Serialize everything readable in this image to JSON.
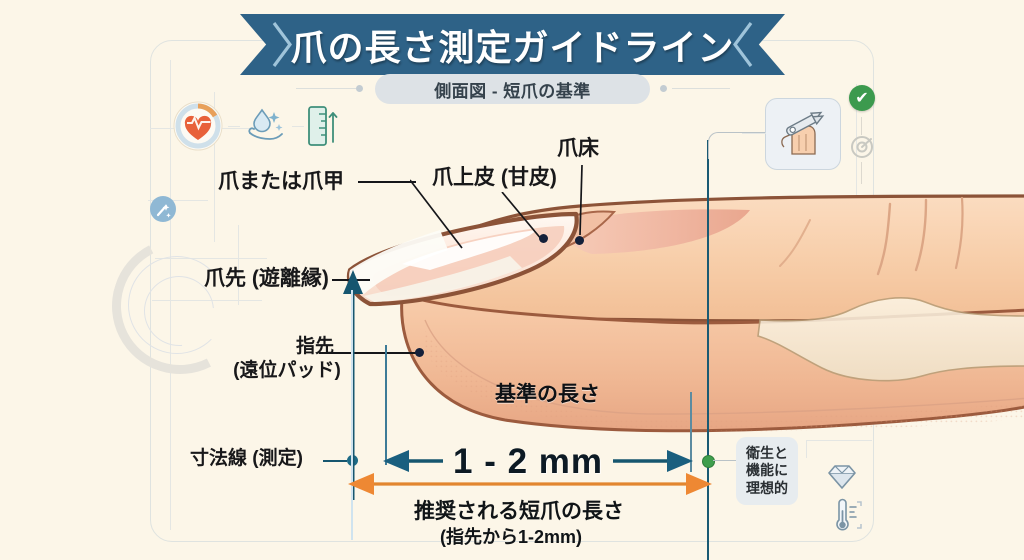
{
  "header": {
    "title": "爪の長さ測定ガイドライン",
    "subtitle": "側面図 - 短爪の基準"
  },
  "labels": {
    "nail_plate": "爪または爪甲",
    "cuticle": "爪上皮 (甘皮)",
    "nail_bed": "爪床",
    "free_edge": "爪先 (遊離縁)",
    "fingertip_line1": "指先",
    "fingertip_line2": "(遠位パッド)",
    "dimension_line": "寸法線 (測定)",
    "reference_length": "基準の長さ"
  },
  "measurement": {
    "value": "1 - 2 mm",
    "recommendation": "推奨される短爪の長さ",
    "recommendation_detail": "(指先から1-2mm)"
  },
  "callout": {
    "line1": "衛生と",
    "line2": "機能に",
    "line3": "理想的"
  },
  "icons": {
    "heart_pulse": "heart-pulse-icon",
    "hand_wash": "hand-wash-icon",
    "ruler": "ruler-icon",
    "nail_clipper": "nail-clipper-icon",
    "check": "✔",
    "target": "target-icon",
    "gem": "gem-icon",
    "thermometer": "thermometer-icon",
    "sparkle": "sparkle-icon"
  },
  "colors": {
    "banner": "#2e6287",
    "teal": "#16566f",
    "orange": "#e2862f",
    "green": "#3f9e4d",
    "background": "#fcf6e8",
    "skin": "#f6c9a5",
    "nail_outline": "#8c5338"
  }
}
